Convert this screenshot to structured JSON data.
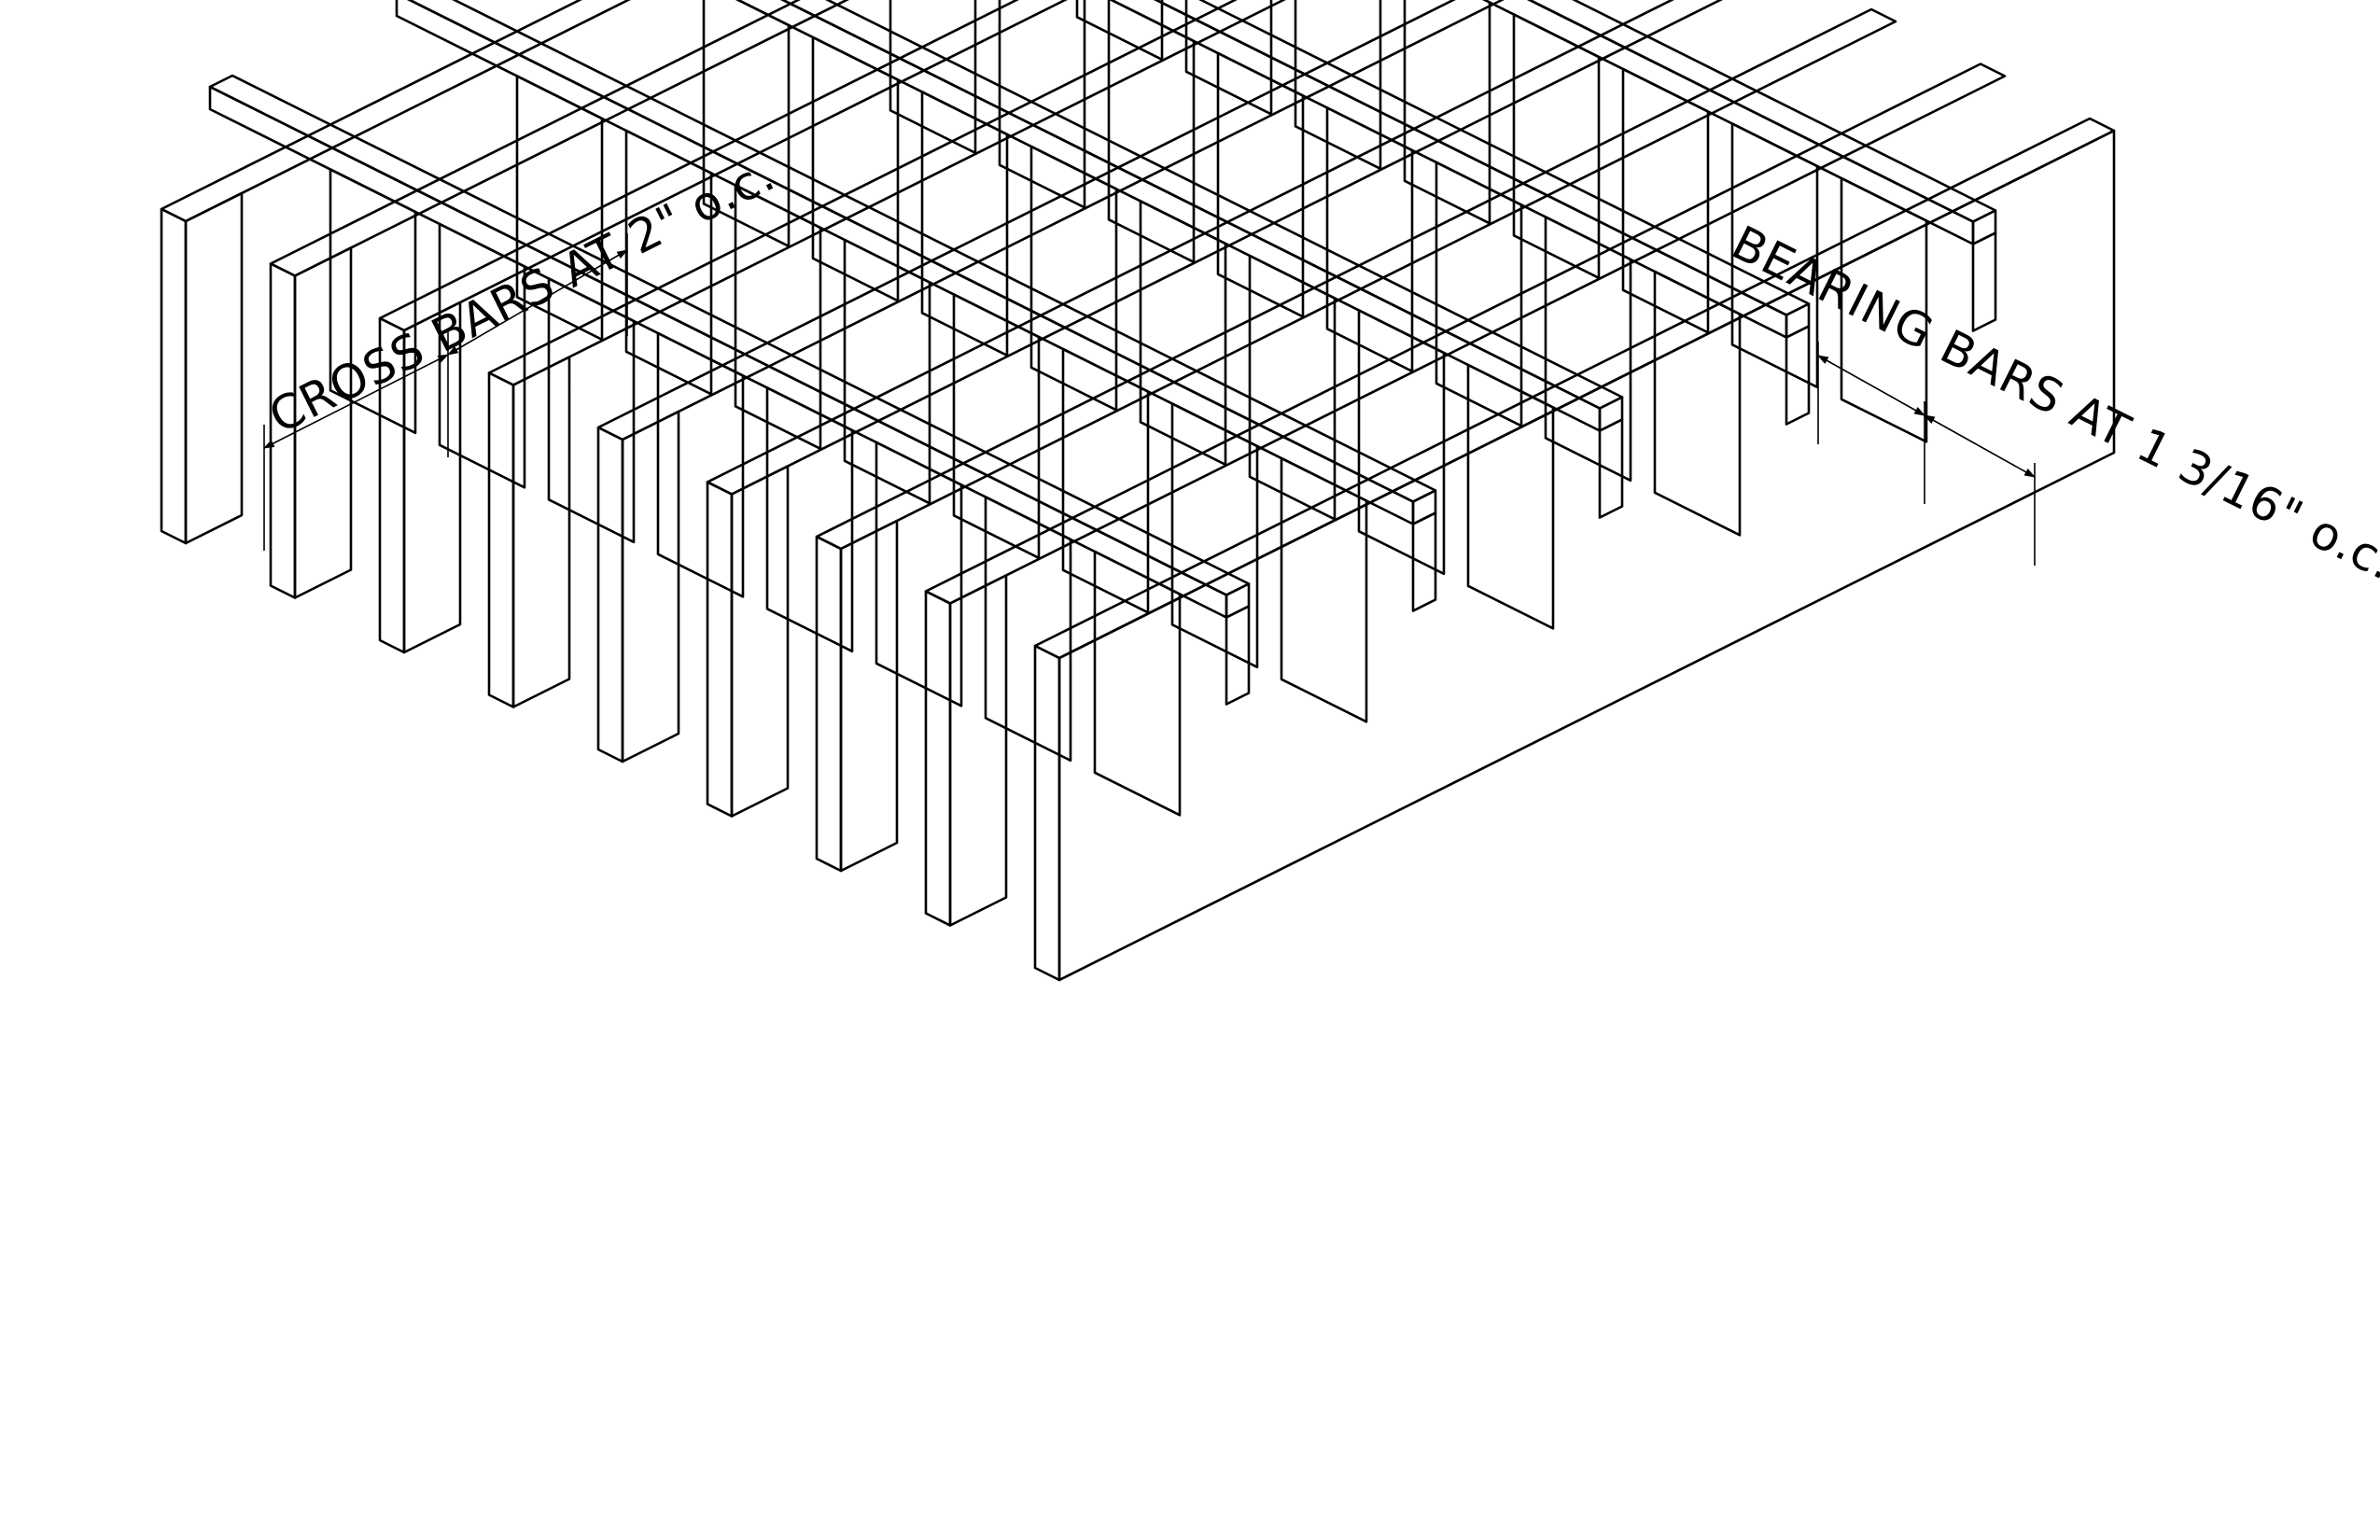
{
  "drawing": {
    "subject": "bar grating",
    "view": "isometric",
    "line_color": "#000000",
    "background": "#ffffff",
    "bearing_bar_count": 9,
    "cross_bar_count": 5
  },
  "annotations": {
    "cross_bars": "CROSS BARS AT 2\" o.c.",
    "bearing_bars": "BEARING BARS AT 1 3/16\" o.c."
  },
  "icons": {
    "dimension_arrow": "arrowhead"
  }
}
